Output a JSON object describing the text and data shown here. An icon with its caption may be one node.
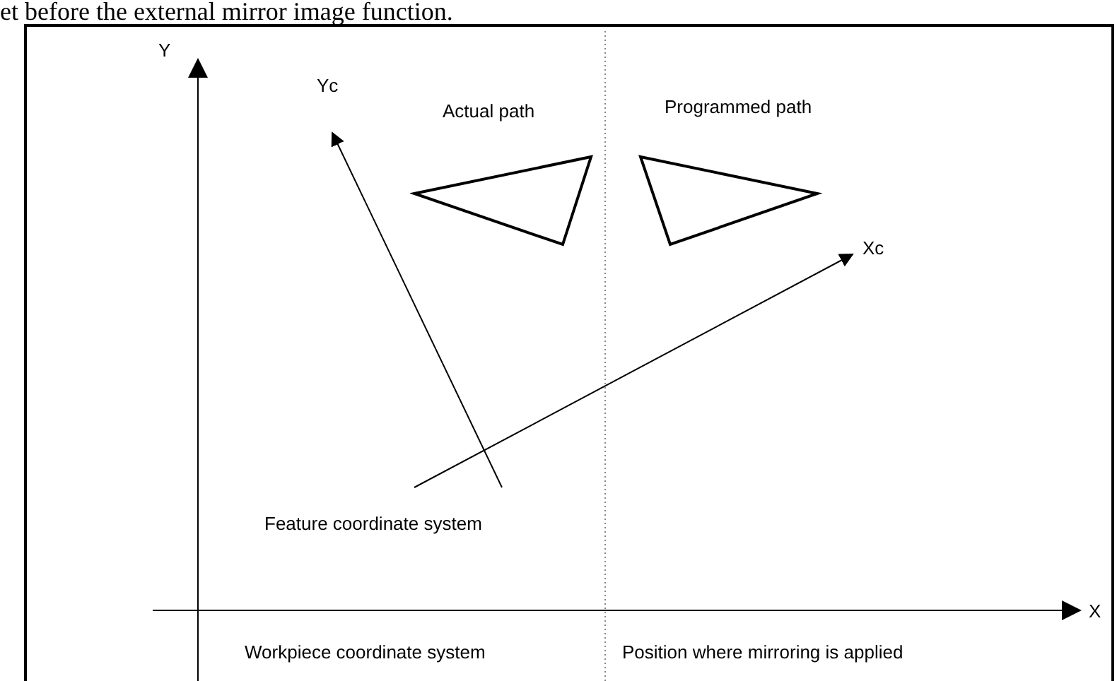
{
  "diagram": {
    "nodes": [
      {
        "text": [
          "Actual path"
        ]
      },
      {
        "text": [
          "Programmed path"
        ]
      }
    ],
    "labels": [
      "et before the external mirror image function.",
      "Y",
      "Yc",
      "Xc",
      "Feature coordinate system",
      "X",
      "Workpiece coordinate system",
      "Position where mirroring is applied"
    ]
  }
}
